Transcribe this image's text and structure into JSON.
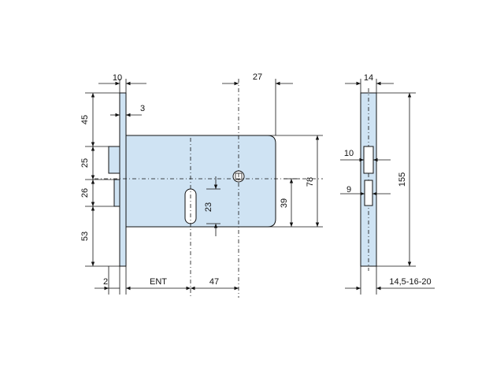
{
  "colors": {
    "part_fill": "#cfe3f3",
    "line": "#111111",
    "background": "#ffffff"
  },
  "dimensions": {
    "faceplate_thickness": "10",
    "backset_offset": "3",
    "body_depth_right": "27",
    "top_to_latch": "45",
    "latch_height": "25",
    "latch_to_bolt": "26",
    "bolt_to_bottom": "53",
    "keyhole_height": "23",
    "body_height": "78",
    "lower_height": "39",
    "bottom_left_small": "2",
    "entrance": "ENT",
    "spindle_to_key": "47",
    "side_thickness": "14",
    "side_latch": "10",
    "side_bolt": "9",
    "overall_height": "155",
    "side_faceplate_widths": "14,5-16-20"
  }
}
